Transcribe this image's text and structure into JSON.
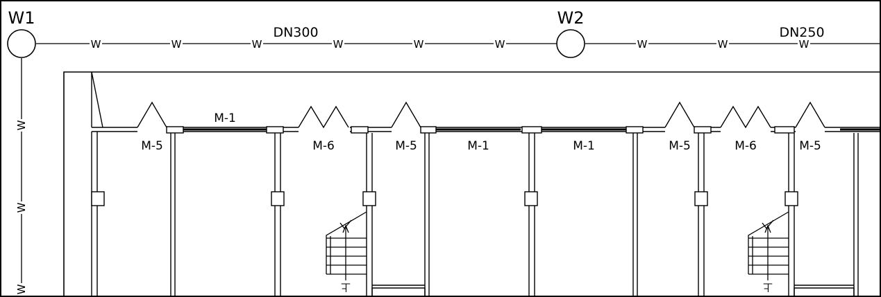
{
  "wells": [
    {
      "name": "W1"
    },
    {
      "name": "W2"
    }
  ],
  "pipes": [
    {
      "size": "DN300"
    },
    {
      "size": "DN250"
    }
  ],
  "pipe_marker": "W",
  "doors": [
    {
      "label": "M-5"
    },
    {
      "label": "M-1"
    },
    {
      "label": "M-6"
    },
    {
      "label": "M-5"
    },
    {
      "label": "M-1"
    },
    {
      "label": "M-1"
    },
    {
      "label": "M-5"
    },
    {
      "label": "M-6"
    },
    {
      "label": "M-5"
    }
  ],
  "stairs": [
    {
      "label": "上"
    },
    {
      "label": "上"
    }
  ]
}
